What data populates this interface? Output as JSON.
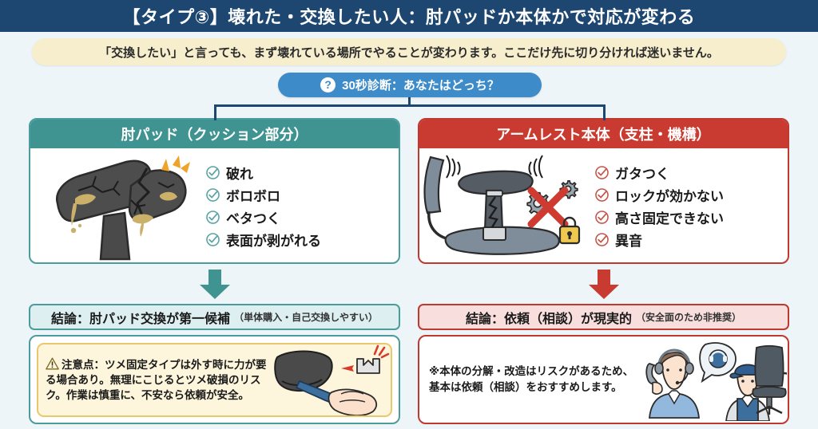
{
  "header": {
    "title": "【タイプ③】壊れた・交換したい人：肘パッドか本体かで対応が変わる"
  },
  "subtitle": {
    "text": "「交換したい」と言っても、まず壊れている場所でやることが変わります。ここだけ先に切り分ければ迷いません。"
  },
  "diagnosis": {
    "badge": "?",
    "text": "30秒診断：あなたはどっち？",
    "badge_icon": "question-mark-icon"
  },
  "colors": {
    "header_navy": "#1d4771",
    "subtitle_cream": "#f7eecd",
    "diag_blue": "#3d8bc9",
    "teal": "#3f9491",
    "teal_border": "#4a9d9c",
    "red": "#c93a30",
    "red_border": "#c0392f",
    "note_yellow": "#fdf6dc",
    "note_border": "#e8c86a",
    "page_bg": "#eef5f8"
  },
  "cards": {
    "left": {
      "heading": "肘パッド（クッション部分）",
      "illustration": "cracked-armrest-pad-illustration",
      "items": [
        {
          "label": "破れ"
        },
        {
          "label": "ボロボロ"
        },
        {
          "label": "ベタつく"
        },
        {
          "label": "表面が剥がれる"
        }
      ]
    },
    "right": {
      "heading": "アームレスト本体（支柱・機構）",
      "illustration": "chair-armrest-mechanism-illustration",
      "items": [
        {
          "label": "ガタつく"
        },
        {
          "label": "ロックが効かない"
        },
        {
          "label": "高さ固定できない"
        },
        {
          "label": "異音"
        }
      ]
    }
  },
  "conclusions": {
    "left": {
      "main": "結論：肘パッド交換が第一候補",
      "sub": "（単体購入・自己交換しやすい）"
    },
    "right": {
      "main": "結論：依頼（相談）が現実的",
      "sub": "（安全面のため非推奨）"
    }
  },
  "notes": {
    "left": {
      "icon": "warning-triangle-icon",
      "text": "注意点：ツメ固定タイプは外す時に力が要る場合あり。無理にこじるとツメ破損のリスク。作業は慎重に、不安なら依頼が安全。",
      "illustration": "hand-prying-pad-with-tool-illustration"
    },
    "right": {
      "text": "※本体の分解・改造はリスクがあるため、基本は依頼（相談）をおすすめします。",
      "illustration": "support-operator-and-technician-illustration"
    }
  },
  "arrows": {
    "left": "down-arrow-teal",
    "right": "down-arrow-red"
  }
}
